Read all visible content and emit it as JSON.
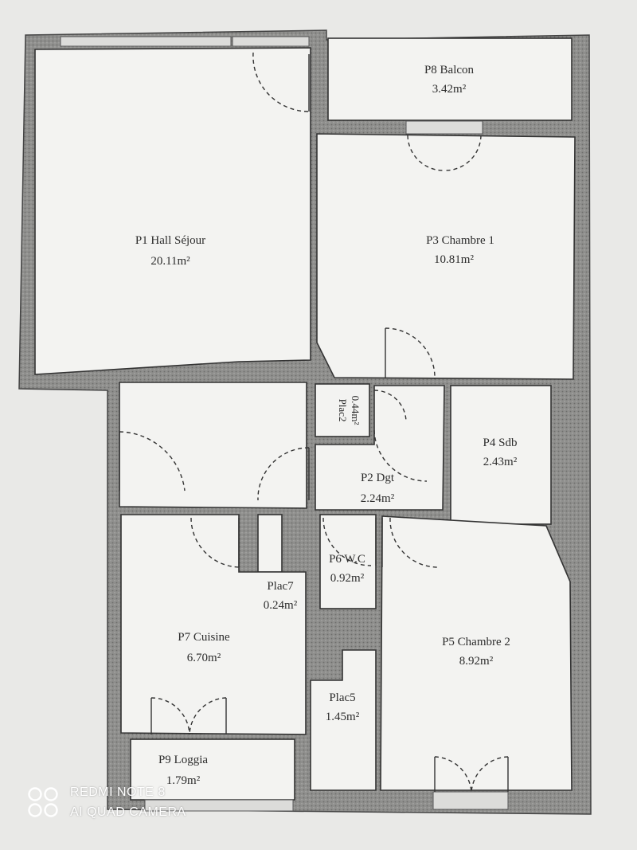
{
  "rooms": {
    "p1": {
      "name": "P1 Hall Séjour",
      "area": "20.11m²"
    },
    "p2": {
      "name": "P2 Dgt",
      "area": "2.24m²"
    },
    "p3": {
      "name": "P3 Chambre 1",
      "area": "10.81m²"
    },
    "p4": {
      "name": "P4 Sdb",
      "area": "2.43m²"
    },
    "p5": {
      "name": "P5 Chambre 2",
      "area": "8.92m²"
    },
    "p6": {
      "name": "P6 W.C",
      "area": "0.92m²"
    },
    "p7": {
      "name": "P7 Cuisine",
      "area": "6.70m²"
    },
    "p8": {
      "name": "P8 Balcon",
      "area": "3.42m²"
    },
    "p9": {
      "name": "P9 Loggia",
      "area": "1.79m²"
    },
    "plac2": {
      "name": "Plac2",
      "area": "0.44m²"
    },
    "plac5": {
      "name": "Plac5",
      "area": "1.45m²"
    },
    "plac7": {
      "name": "Plac7",
      "area": "0.24m²"
    }
  },
  "watermark": {
    "line1": "REDMI NOTE 8",
    "line2": "AI QUAD CAMERA"
  }
}
